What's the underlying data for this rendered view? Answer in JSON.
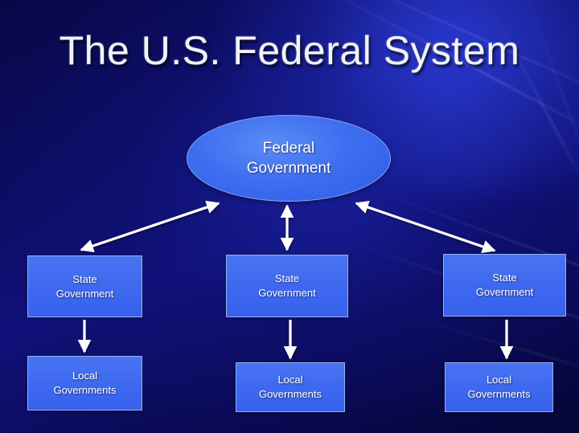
{
  "slide": {
    "title": "The U.S. Federal System",
    "background_color": "#0a0a5e",
    "accent_node_color": "#3f6ff0",
    "node_border_color": "#93b0f5",
    "text_color": "#ffffff",
    "connector_color": "#ffffff"
  },
  "diagram": {
    "type": "hierarchy",
    "root": {
      "id": "federal-government",
      "shape": "ellipse",
      "label_line1": "Federal",
      "label_line2": "Government"
    },
    "columns": [
      {
        "id": "column-left",
        "state": {
          "id": "state-government-left",
          "shape": "rectangle",
          "label_line1": "State",
          "label_line2": "Government"
        },
        "local": {
          "id": "local-governments-left",
          "shape": "rectangle",
          "label_line1": "Local",
          "label_line2": "Governments"
        }
      },
      {
        "id": "column-center",
        "state": {
          "id": "state-government-center",
          "shape": "rectangle",
          "label_line1": "State",
          "label_line2": "Government"
        },
        "local": {
          "id": "local-governments-center",
          "shape": "rectangle",
          "label_line1": "Local",
          "label_line2": "Governments"
        }
      },
      {
        "id": "column-right",
        "state": {
          "id": "state-government-right",
          "shape": "rectangle",
          "label_line1": "State",
          "label_line2": "Government"
        },
        "local": {
          "id": "local-governments-right",
          "shape": "rectangle",
          "label_line1": "Local",
          "label_line2": "Governments"
        }
      }
    ],
    "connectors": [
      {
        "id": "federal-to-state-left",
        "from": "federal-government",
        "to": "state-government-left",
        "style": "double-arrow"
      },
      {
        "id": "federal-to-state-center",
        "from": "federal-government",
        "to": "state-government-center",
        "style": "double-arrow"
      },
      {
        "id": "federal-to-state-right",
        "from": "federal-government",
        "to": "state-government-right",
        "style": "double-arrow"
      },
      {
        "id": "state-to-local-left",
        "from": "state-government-left",
        "to": "local-governments-left",
        "style": "single-arrow"
      },
      {
        "id": "state-to-local-center",
        "from": "state-government-center",
        "to": "local-governments-center",
        "style": "single-arrow"
      },
      {
        "id": "state-to-local-right",
        "from": "state-government-right",
        "to": "local-governments-right",
        "style": "single-arrow"
      }
    ]
  }
}
